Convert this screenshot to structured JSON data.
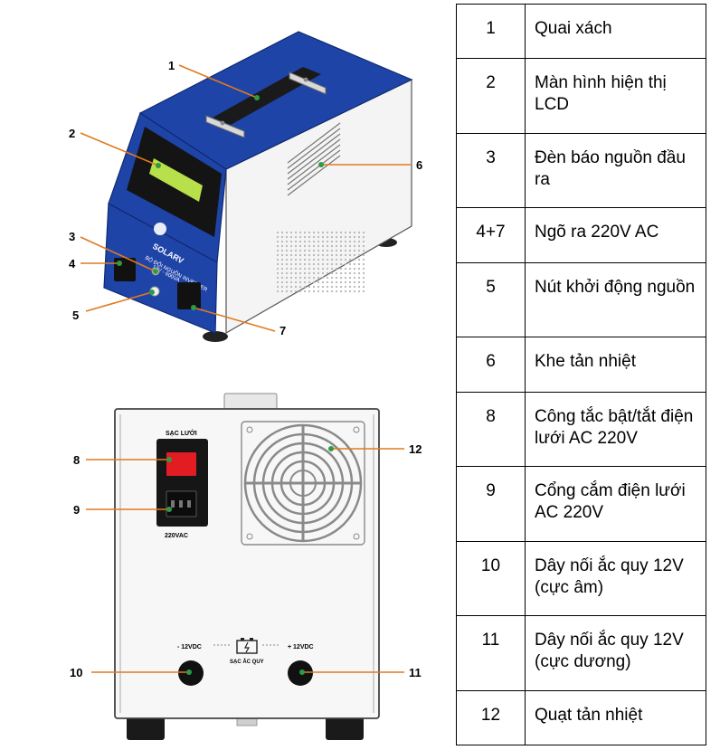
{
  "device_labels": {
    "brand": "SOLARV",
    "model_line1": "BỘ ĐỔI NGUỒN INVERTER",
    "model_line2": "12V - 600VA",
    "switch_label": "SẠC LƯỚI",
    "socket_label": "220VAC",
    "neg_terminal": "- 12VDC",
    "pos_terminal": "+ 12VDC",
    "battery_label": "SẠC ẮC QUY"
  },
  "callouts": [
    "1",
    "2",
    "3",
    "4",
    "5",
    "6",
    "7",
    "8",
    "9",
    "10",
    "11",
    "12"
  ],
  "legend": [
    {
      "num": "1",
      "desc": "Quai xách"
    },
    {
      "num": "2",
      "desc": "Màn hình hiện thị LCD"
    },
    {
      "num": "3",
      "desc": "Đèn báo nguồn đầu ra"
    },
    {
      "num": "4+7",
      "desc": "Ngõ ra 220V AC"
    },
    {
      "num": "5",
      "desc": "Nút khởi động nguồn"
    },
    {
      "num": "6",
      "desc": "Khe tản nhiệt"
    },
    {
      "num": "8",
      "desc": "Công tắc bật/tắt điện lưới AC 220V"
    },
    {
      "num": "9",
      "desc": "Cổng cắm điện lưới AC 220V"
    },
    {
      "num": "10",
      "desc": "Dây nối ắc quy 12V (cực âm)"
    },
    {
      "num": "11",
      "desc": "Dây nối ắc quy 12V (cực dương)"
    },
    {
      "num": "12",
      "desc": "Quạt tản nhiệt"
    }
  ],
  "colors": {
    "panel_blue": "#1f44a8",
    "lcd_green": "#b8e04a",
    "switch_red": "#e31b23",
    "callout_line": "#e07a1f",
    "callout_dot": "#2e9a44"
  }
}
